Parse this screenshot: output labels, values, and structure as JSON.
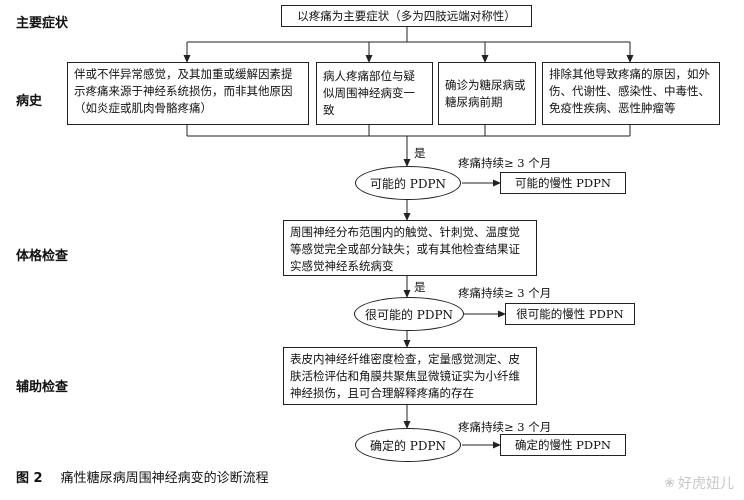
{
  "section_labels": {
    "main_symptom": "主要症状",
    "history": "病史",
    "physical_exam": "体格检查",
    "auxiliary_exam": "辅助检查"
  },
  "nodes": {
    "main_symptom_box": "以疼痛为主要症状（多为四肢远端对称性）",
    "history_box_1": "伴或不伴异常感觉，及其加重或缓解因素提示疼痛来源于神经系统损伤，而非其他原因（如炎症或肌肉骨骼疼痛）",
    "history_box_2": "病人疼痛部位与疑似周围神经病变一致",
    "history_box_3": "确诊为糖尿病或糖尿病前期",
    "history_box_4": "排除其他导致疼痛的原因，如外伤、代谢性、感染性、中毒性、免疫性疾病、恶性肿瘤等",
    "possible_pdpn": "可能的 PDPN",
    "possible_chronic_pdpn": "可能的慢性 PDPN",
    "exam_box": "周围神经分布范围内的触觉、针刺觉、温度觉等感觉完全或部分缺失；或有其他检查结果证实感觉神经系统病变",
    "probable_pdpn": "很可能的 PDPN",
    "probable_chronic_pdpn": "很可能的慢性 PDPN",
    "aux_box": "表皮内神经纤维密度检查，定量感觉测定、皮肤活检评估和角膜共聚焦显微镜证实为小纤维神经损伤，且可合理解释疼痛的存在",
    "definite_pdpn": "确定的 PDPN",
    "definite_chronic_pdpn": "确定的慢性 PDPN"
  },
  "edge_labels": {
    "yes_1": "是",
    "yes_2": "是",
    "duration_1": "疼痛持续≥ 3 个月",
    "duration_2": "疼痛持续≥ 3 个月",
    "duration_3": "疼痛持续≥ 3 个月"
  },
  "caption": {
    "figure_number": "图 2",
    "title": "痛性糖尿病周围神经病变的诊断流程"
  },
  "watermark": {
    "text": "好虎妞儿",
    "logo_icon": "watermark-logo-icon"
  },
  "colors": {
    "line": "#222222",
    "text": "#111111",
    "watermark": "#c8c8c8"
  }
}
